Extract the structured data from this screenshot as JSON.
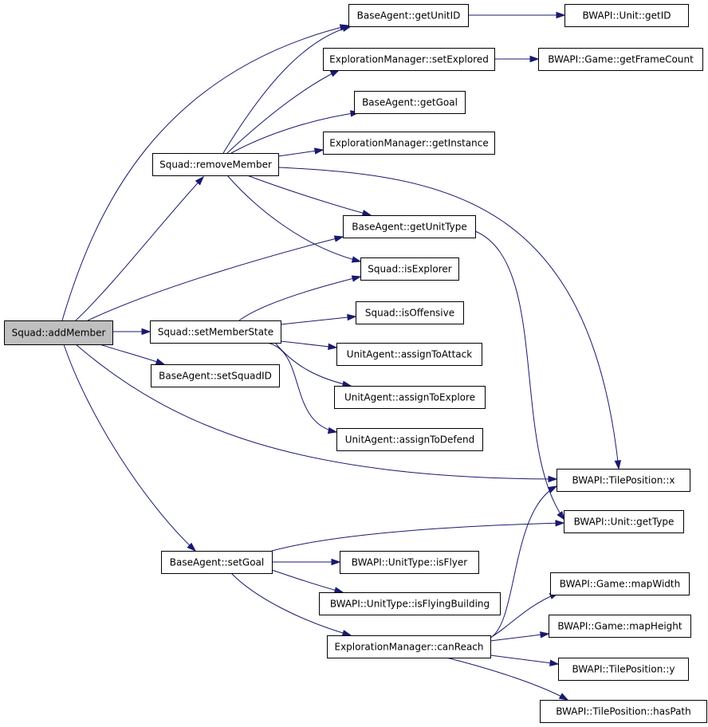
{
  "diagram": {
    "colors": {
      "edge": "#191970",
      "root_fill": "#bfbfbf",
      "node_fill": "#ffffff",
      "border": "#000000"
    },
    "nodes": [
      {
        "id": "addMember",
        "label": "Squad::addMember",
        "root": true
      },
      {
        "id": "getUnitID",
        "label": "BaseAgent::getUnitID"
      },
      {
        "id": "unitGetID",
        "label": "BWAPI::Unit::getID"
      },
      {
        "id": "setExplored",
        "label": "ExplorationManager::setExplored"
      },
      {
        "id": "getFrameCount",
        "label": "BWAPI::Game::getFrameCount"
      },
      {
        "id": "getGoal",
        "label": "BaseAgent::getGoal"
      },
      {
        "id": "getInstance",
        "label": "ExplorationManager::getInstance"
      },
      {
        "id": "removeMember",
        "label": "Squad::removeMember"
      },
      {
        "id": "getUnitType",
        "label": "BaseAgent::getUnitType"
      },
      {
        "id": "isExplorer",
        "label": "Squad::isExplorer"
      },
      {
        "id": "isOffensive",
        "label": "Squad::isOffensive"
      },
      {
        "id": "setMemberState",
        "label": "Squad::setMemberState"
      },
      {
        "id": "assignToAttack",
        "label": "UnitAgent::assignToAttack"
      },
      {
        "id": "setSquadID",
        "label": "BaseAgent::setSquadID"
      },
      {
        "id": "assignToExplore",
        "label": "UnitAgent::assignToExplore"
      },
      {
        "id": "assignToDefend",
        "label": "UnitAgent::assignToDefend"
      },
      {
        "id": "tileX",
        "label": "BWAPI::TilePosition::x"
      },
      {
        "id": "unitGetType",
        "label": "BWAPI::Unit::getType"
      },
      {
        "id": "setGoal",
        "label": "BaseAgent::setGoal"
      },
      {
        "id": "isFlyer",
        "label": "BWAPI::UnitType::isFlyer"
      },
      {
        "id": "isFlyingBuilding",
        "label": "BWAPI::UnitType::isFlyingBuilding"
      },
      {
        "id": "mapWidth",
        "label": "BWAPI::Game::mapWidth"
      },
      {
        "id": "mapHeight",
        "label": "BWAPI::Game::mapHeight"
      },
      {
        "id": "canReach",
        "label": "ExplorationManager::canReach"
      },
      {
        "id": "tileY",
        "label": "BWAPI::TilePosition::y"
      },
      {
        "id": "hasPath",
        "label": "BWAPI::TilePosition::hasPath"
      }
    ],
    "edges": [
      {
        "from": "addMember",
        "to": "getUnitID"
      },
      {
        "from": "addMember",
        "to": "removeMember"
      },
      {
        "from": "addMember",
        "to": "getUnitType"
      },
      {
        "from": "addMember",
        "to": "setMemberState"
      },
      {
        "from": "addMember",
        "to": "setSquadID"
      },
      {
        "from": "addMember",
        "to": "tileX"
      },
      {
        "from": "addMember",
        "to": "setGoal"
      },
      {
        "from": "getUnitID",
        "to": "unitGetID"
      },
      {
        "from": "setExplored",
        "to": "getFrameCount"
      },
      {
        "from": "removeMember",
        "to": "getUnitID"
      },
      {
        "from": "removeMember",
        "to": "setExplored"
      },
      {
        "from": "removeMember",
        "to": "getGoal"
      },
      {
        "from": "removeMember",
        "to": "getInstance"
      },
      {
        "from": "removeMember",
        "to": "getUnitType"
      },
      {
        "from": "removeMember",
        "to": "isExplorer"
      },
      {
        "from": "removeMember",
        "to": "tileX"
      },
      {
        "from": "getUnitType",
        "to": "unitGetType"
      },
      {
        "from": "setMemberState",
        "to": "isExplorer"
      },
      {
        "from": "setMemberState",
        "to": "isOffensive"
      },
      {
        "from": "setMemberState",
        "to": "assignToAttack"
      },
      {
        "from": "setMemberState",
        "to": "assignToExplore"
      },
      {
        "from": "setMemberState",
        "to": "assignToDefend"
      },
      {
        "from": "setGoal",
        "to": "unitGetType"
      },
      {
        "from": "setGoal",
        "to": "isFlyer"
      },
      {
        "from": "setGoal",
        "to": "isFlyingBuilding"
      },
      {
        "from": "setGoal",
        "to": "canReach"
      },
      {
        "from": "canReach",
        "to": "tileX"
      },
      {
        "from": "canReach",
        "to": "mapWidth"
      },
      {
        "from": "canReach",
        "to": "mapHeight"
      },
      {
        "from": "canReach",
        "to": "tileY"
      },
      {
        "from": "canReach",
        "to": "hasPath"
      }
    ]
  }
}
